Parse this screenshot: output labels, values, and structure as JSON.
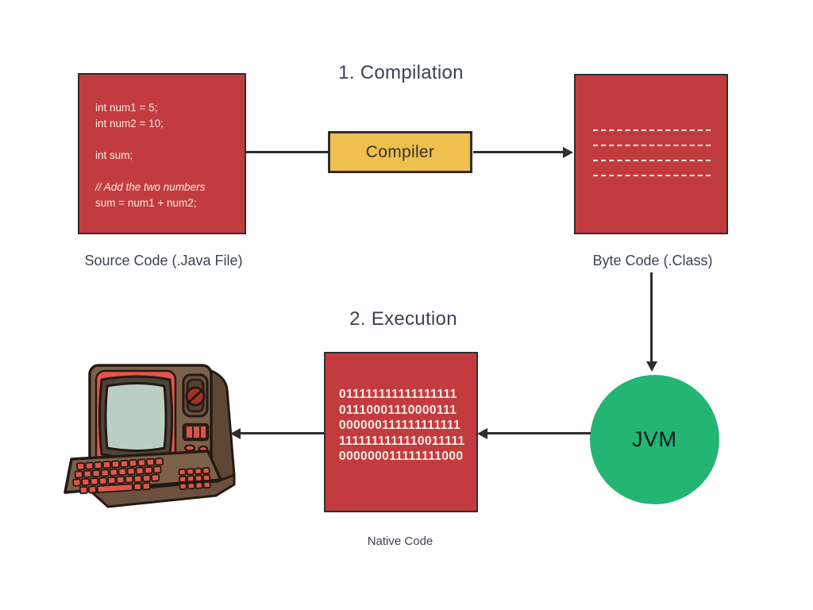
{
  "titles": {
    "compilation": "1. Compilation",
    "execution": "2. Execution"
  },
  "source_code": {
    "label": "Source Code (.Java File)",
    "lines": [
      "int num1 = 5;",
      "int num2 = 10;",
      "",
      "int sum;",
      "",
      "// Add the two numbers",
      "sum = num1 + num2;"
    ]
  },
  "compiler": {
    "label": "Compiler"
  },
  "byte_code": {
    "label": "Byte Code (.Class)",
    "dash_count": 4
  },
  "jvm": {
    "label": "JVM"
  },
  "native_code": {
    "label": "Native Code",
    "lines": [
      "011111111111111111",
      "01110001110000111",
      "000000111111111111",
      "1111111111110011111",
      "000000011111111000"
    ]
  },
  "computer": {
    "description": "retro computer illustration"
  },
  "colors": {
    "box_red": "#c23c3f",
    "outline_dark": "#2e2e2e",
    "compiler_yellow": "#eec04d",
    "jvm_green": "#23b573",
    "heading_text": "#3b4252",
    "box_text": "#f6ece7"
  }
}
